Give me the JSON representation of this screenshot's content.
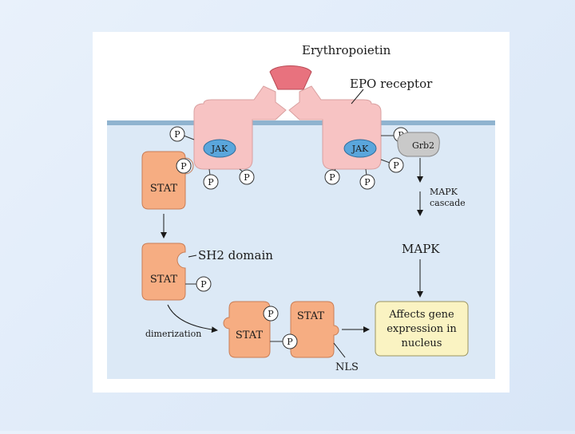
{
  "labels": {
    "erythropoietin": "Erythropoietin",
    "epo_receptor": "EPO receptor",
    "jak_left": "JAK",
    "jak_right": "JAK",
    "grb2": "Grb2",
    "stat_top": "STAT",
    "stat_mid": "STAT",
    "stat_dimer_left": "STAT",
    "stat_dimer_right": "STAT",
    "sh2_domain": "SH2 domain",
    "dimerization": "dimerization",
    "nls": "NLS",
    "mapk_cascade_1": "MAPK",
    "mapk_cascade_2": "cascade",
    "mapk": "MAPK",
    "affects_1": "Affects gene",
    "affects_2": "expression in",
    "affects_3": "nucleus",
    "phosphate": "P"
  },
  "colors": {
    "slide_bg": "#dfeaf8",
    "panel": "#ffffff",
    "cytoplasm": "#dce9f6",
    "membrane": "#8fb3cf",
    "receptor": "#f7c3c3",
    "epo": "#e8727e",
    "jak": "#5aa6dc",
    "stat": "#f6ad82",
    "grb2": "#c9c9c9",
    "outcome_box": "#faf3c2"
  }
}
